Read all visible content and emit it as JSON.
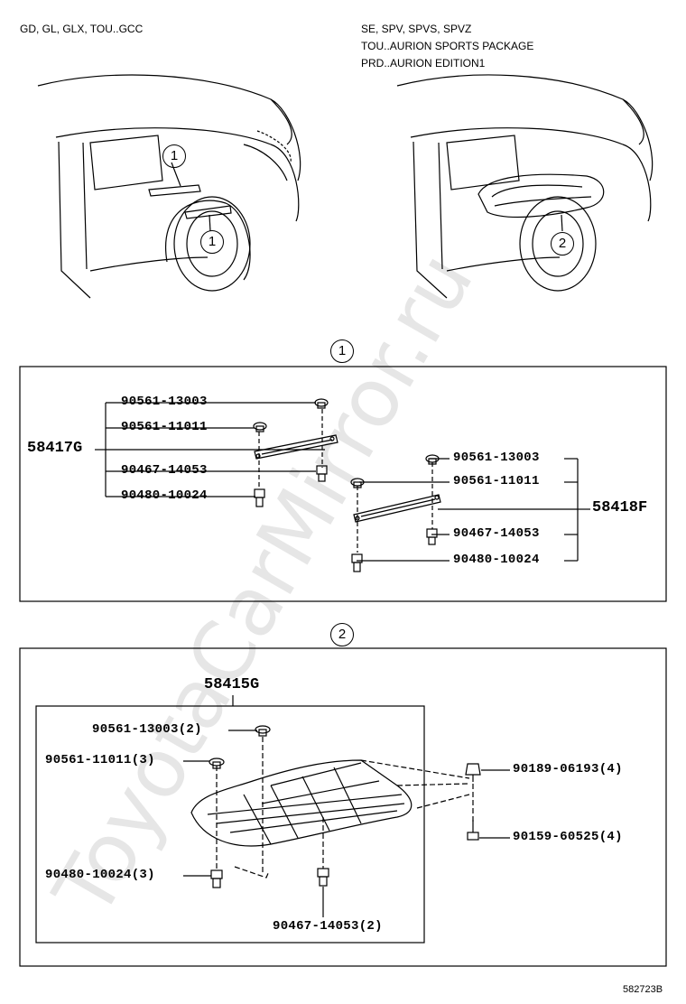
{
  "watermark": "ToyotaCarMirror.ru",
  "top": {
    "left_header": "GD, GL, GLX, TOU..GCC",
    "right_header_lines": [
      "SE, SPV, SPVS, SPVZ",
      "TOU..AURION SPORTS PACKAGE",
      "PRD..AURION EDITION1"
    ],
    "callout_1": "1",
    "callout_2": "2"
  },
  "section1": {
    "marker": "1",
    "left_group": {
      "assembly": "58417G",
      "parts": [
        "90561-13003",
        "90561-11011",
        "90467-14053",
        "90480-10024"
      ]
    },
    "right_group": {
      "assembly": "58418F",
      "parts": [
        "90561-13003",
        "90561-11011",
        "90467-14053",
        "90480-10024"
      ]
    }
  },
  "section2": {
    "marker": "2",
    "assembly": "58415G",
    "parts": [
      "90561-13003(2)",
      "90561-11011(3)",
      "90480-10024(3)",
      "90467-14053(2)",
      "90189-06193(4)",
      "90159-60525(4)"
    ]
  },
  "figure_code": "582723B"
}
